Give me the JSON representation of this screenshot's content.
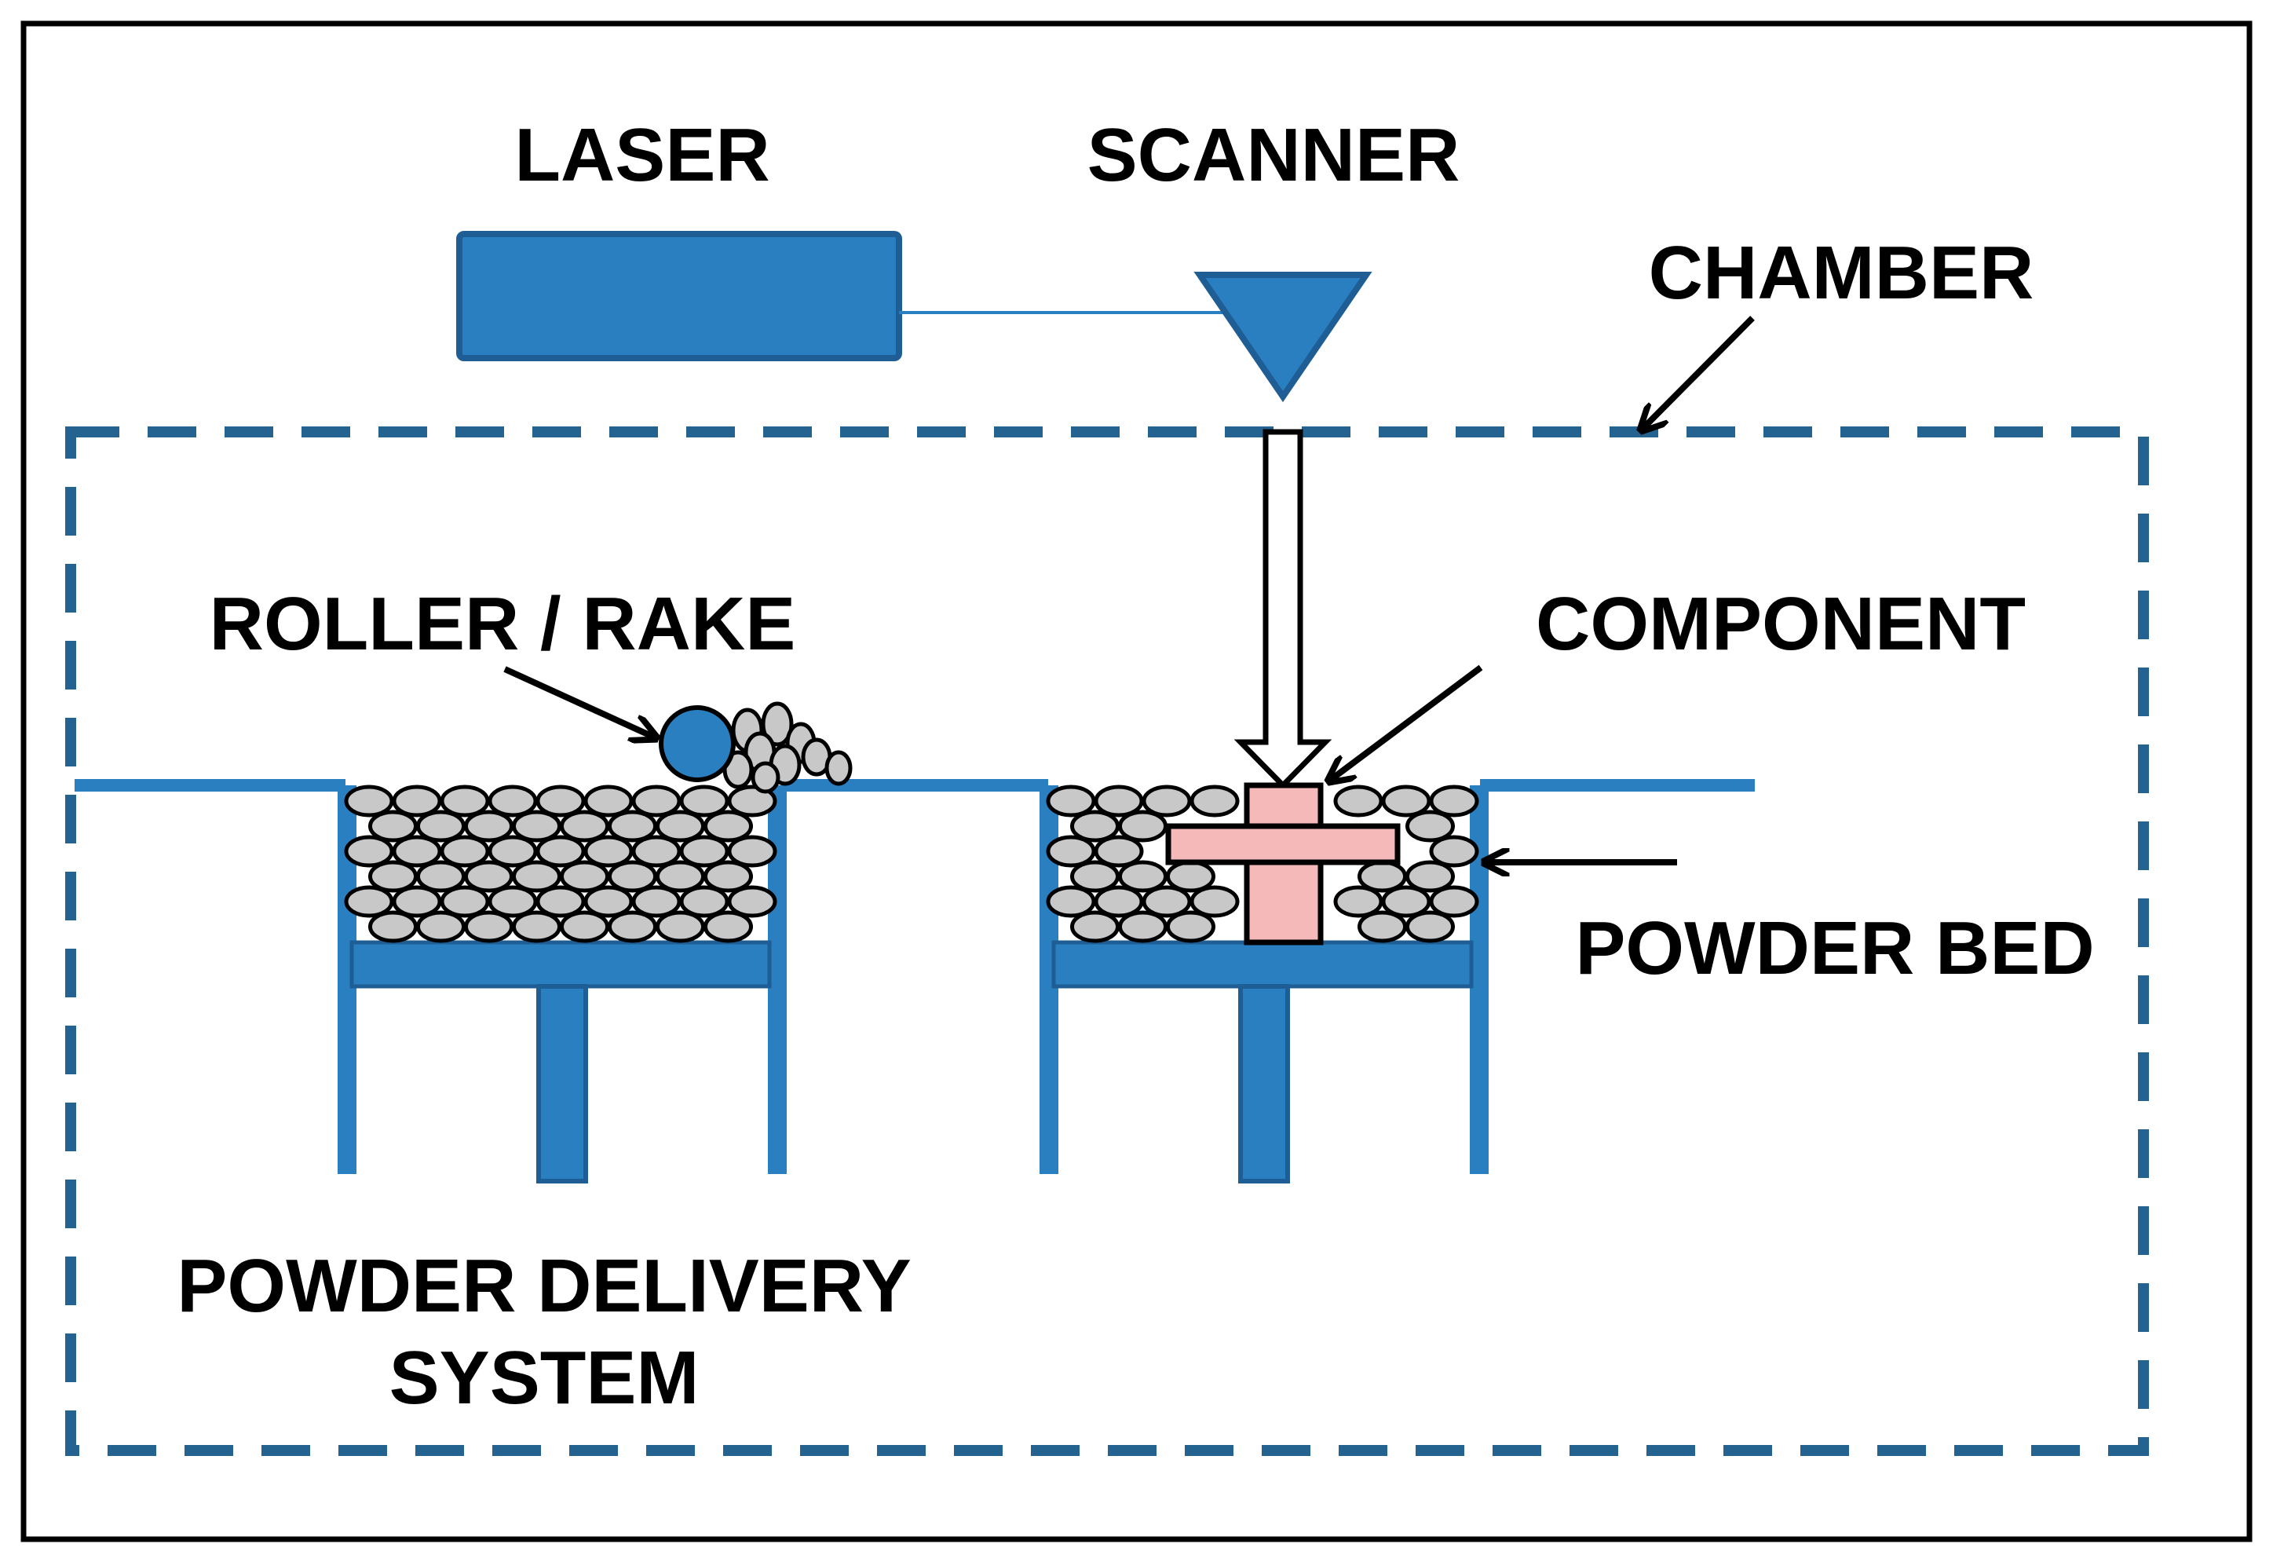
{
  "labels": {
    "laser": "LASER",
    "scanner": "SCANNER",
    "chamber": "CHAMBER",
    "roller": "ROLLER / RAKE",
    "component": "COMPONENT",
    "powder_bed": "POWDER BED",
    "delivery_line1": "POWDER DELIVERY",
    "delivery_line2": "SYSTEM"
  },
  "colors": {
    "blue": "#2A7FC1",
    "blue_dark": "#1F5E94",
    "chamber_dash": "#24628F",
    "particle_fill": "#C8C8C8",
    "particle_stroke": "#000000",
    "component": "#F4B9B8",
    "frame": "#000000"
  }
}
